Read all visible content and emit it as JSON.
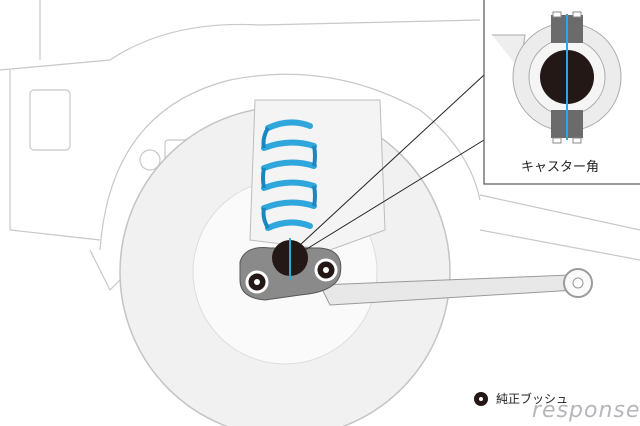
{
  "inset": {
    "label": "キャスター角"
  },
  "legend": {
    "label": "純正ブッシュ"
  },
  "watermark": "response.",
  "colors": {
    "spring": "#2fa6dc",
    "bushing": "#231815",
    "outline": "#bdbdbd",
    "wheel": "#ececec"
  }
}
